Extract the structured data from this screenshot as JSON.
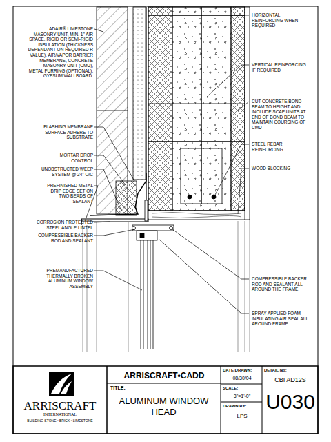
{
  "diagram": {
    "title": "ALUMINUM WINDOW HEAD",
    "labels": [
      "ADAIR® LIMESTONE MASONRY UNIT, MIN. 1\" AIR SPACE, RIGID OR SEMI-RIGID INSULATION (THICKNESS DEPENDANT ON REQUIRED R VALUE), AIR/VAPOR BARRIER MEMBRANE, CONCRETE MASONRY UNIT (CMU), METAL FURRING (OPTIONAL), GYPSUM WALLBOARD.",
      "FLASHING MEMBRANE SURFACE ADHERE TO SUBSTRATE",
      "MORTAR DROP CONTROL",
      "UNOBSTRUCTED WEEP SYSTEM @ 24\" O/C",
      "PREFINISHED METAL DRIP EDGE SET ON TWO BEADS OF SEALANT",
      "CORROSION PROTECTED STEEL ANGLE LINTEL",
      "COMPRESSIBLE BACKER ROD AND SEALANT",
      "PREMANUFACTURED THERMALLY BROKEN ALUMINUM WINDOW ASSEMBLY",
      "HORIZONTAL REINFORCING WHEN REQUIRED",
      "VERTICAL REINFORCING IF REQUIRED",
      "CUT CONCRETE BOND BEAM TO HEIGHT AND INCLUDE SCAP UNITS AT END OF BOND BEAM TO MAINTAIN COURSING OF CMU",
      "STEEL REBAR REINFORCING",
      "WOOD BLOCKING",
      "COMPRESSIBLE BACKER ROD AND SEALANT ALL AROUND THE FRAME",
      "SPRAY APPLIED FOAM INSULATING AIR SEAL ALL AROUND FRAME",
      "ARRISCRAFT",
      "INTERNATIONAL",
      "BUILDING STONE • BRICK • LIMESTONE",
      "ARRISCRAFT•CADD",
      "TITLE:",
      "DATE DRAWN:",
      "08/30/04",
      "SCALE:",
      "3\"=1'-0\"",
      "DRAWN BY:",
      "LPS",
      "DETAIL No:",
      "CBI AD12S",
      "U030"
    ]
  }
}
